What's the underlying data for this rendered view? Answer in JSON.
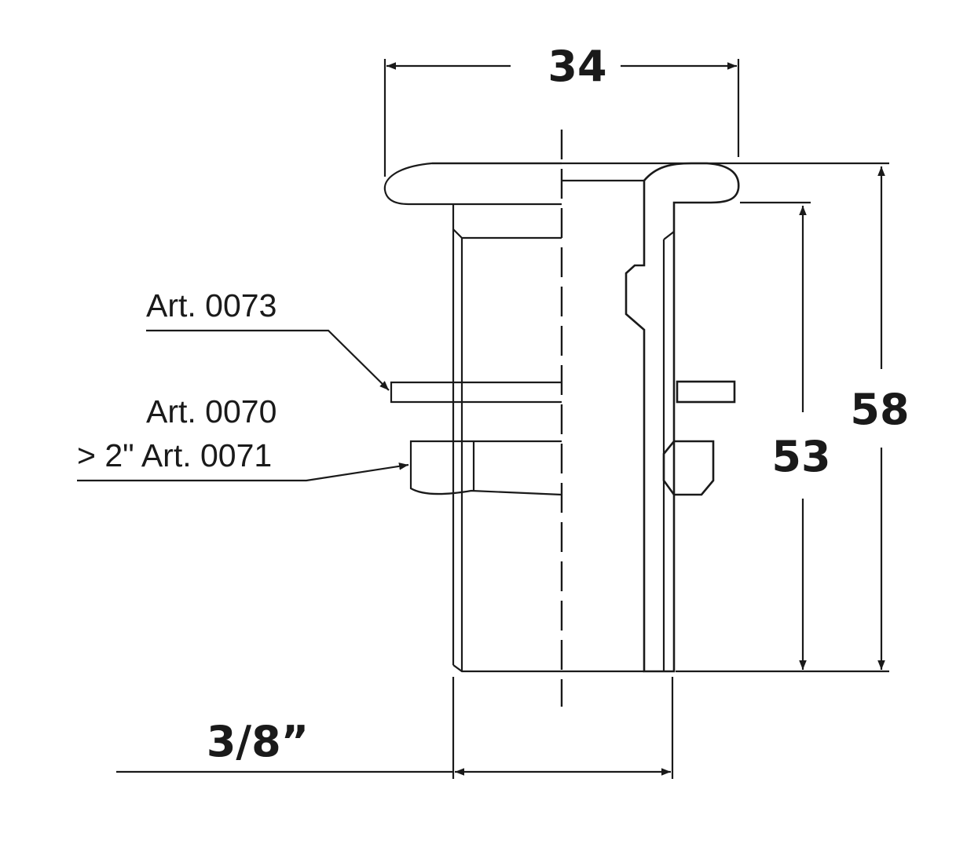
{
  "dimensions": {
    "width_top": "34",
    "height_inner": "53",
    "height_total": "58",
    "thread": "3/8”"
  },
  "labels": {
    "washer": "Art. 0073",
    "nut": "Art. 0070",
    "nut_large": "> 2\" Art. 0071"
  },
  "colors": {
    "line": "#1a1a1a",
    "background": "#ffffff"
  }
}
